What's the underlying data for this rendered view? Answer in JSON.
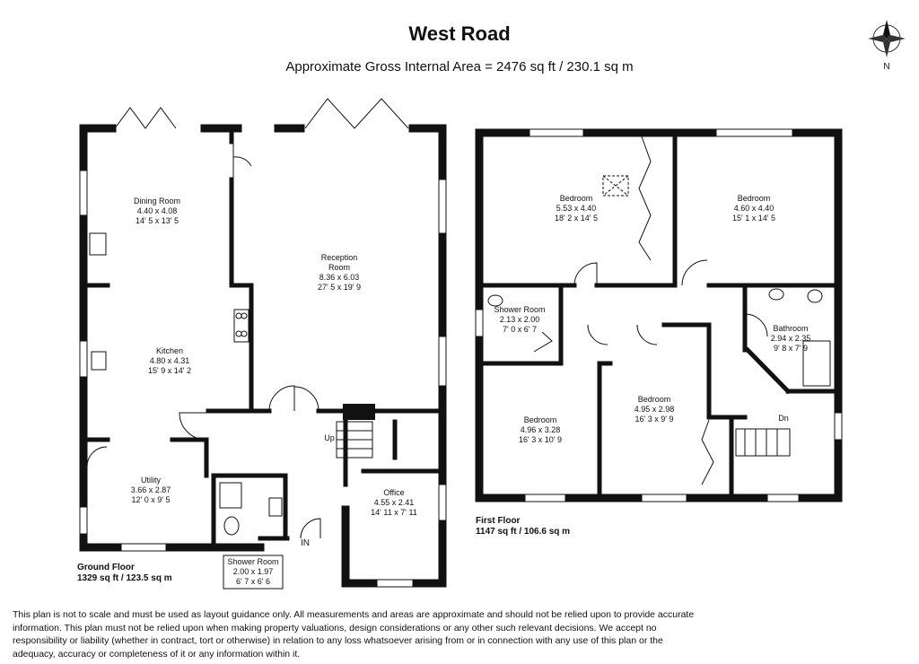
{
  "header": {
    "title": "West Road",
    "subtitle": "Approximate Gross Internal Area = 2476 sq ft / 230.1 sq m",
    "compass_label": "N"
  },
  "ground_floor": {
    "label": "Ground Floor",
    "area": "1329 sq ft / 123.5 sq m",
    "rooms": [
      {
        "name": "Dining Room",
        "metric": "4.40 x 4.08",
        "imperial": "14' 5 x 13' 5"
      },
      {
        "name": "Kitchen",
        "metric": "4.80 x 4.31",
        "imperial": "15' 9 x 14' 2"
      },
      {
        "name": "Utility",
        "metric": "3.66 x 2.87",
        "imperial": "12' 0 x 9' 5"
      },
      {
        "name": "Reception",
        "name2": "Room",
        "metric": "8.36 x 6.03",
        "imperial": "27' 5 x 19' 9"
      },
      {
        "name": "Office",
        "metric": "4.55 x 2.41",
        "imperial": "14' 11 x 7' 11"
      },
      {
        "name": "Shower Room",
        "metric": "2.00 x 1.97",
        "imperial": "6' 7 x 6' 6"
      }
    ],
    "stair_label": "Up",
    "entrance_label": "IN"
  },
  "first_floor": {
    "label": "First Floor",
    "area": "1147 sq ft / 106.6 sq m",
    "rooms": [
      {
        "name": "Bedroom",
        "metric": "5.53 x 4.40",
        "imperial": "18' 2 x 14' 5"
      },
      {
        "name": "Bedroom",
        "metric": "4.60 x 4.40",
        "imperial": "15' 1 x 14' 5"
      },
      {
        "name": "Shower Room",
        "metric": "2.13 x 2.00",
        "imperial": "7' 0 x 6' 7"
      },
      {
        "name": "Bathroom",
        "metric": "2.94 x 2.35",
        "imperial": "9' 8 x 7' 9"
      },
      {
        "name": "Bedroom",
        "metric": "4.95 x 2.98",
        "imperial": "16' 3 x 9' 9"
      },
      {
        "name": "Bedroom",
        "metric": "4.96 x 3.28",
        "imperial": "16' 3 x 10' 9"
      }
    ],
    "stair_label": "Dn"
  },
  "disclaimer": "This plan is not to scale and must be used as layout guidance only. All measurements and areas are approximate and should not be relied upon to provide accurate information. This plan must not be relied upon when making property valuations, design considerations or any other such relevant decisions. We accept no responsibility or liability (whether in contract, tort or otherwise) in relation to any loss whatsoever arising from or in connection with any use of this plan or the adequacy, accuracy or completeness of it or any information within it."
}
